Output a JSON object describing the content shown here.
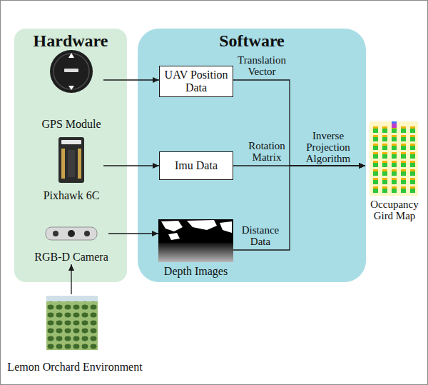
{
  "diagram": {
    "nodes": [
      {
        "text": [
          "Hardware"
        ]
      },
      {
        "text": [
          "GPS Module"
        ],
        "in": 0
      },
      {
        "text": [
          "Pixhawk 6C"
        ],
        "in": 0
      },
      {
        "text": [
          "RGB-D Camera"
        ],
        "in": 0
      },
      {
        "text": [
          "Software"
        ]
      },
      {
        "text": [
          "UAV Position Data"
        ],
        "in": 4
      },
      {
        "text": [
          "Imu Data"
        ],
        "in": 4
      },
      {
        "text": [
          "Depth Images"
        ],
        "in": 4
      },
      {
        "text": [
          "Occupancy Gird Map"
        ]
      },
      {
        "text": [
          "Lemon Orchard Environment"
        ]
      }
    ],
    "edges": [
      {
        "from": 1,
        "to": 5,
        "arrow": "to"
      },
      {
        "from": 2,
        "to": 6,
        "arrow": "to"
      },
      {
        "from": 3,
        "to": 7,
        "arrow": "to"
      },
      {
        "from": 9,
        "to": 3,
        "arrow": "to"
      },
      {
        "from": 5,
        "to": 8,
        "arrow": "to",
        "label": "Translation Vector"
      },
      {
        "from": 6,
        "to": 8,
        "arrow": "to",
        "label": "Rotation Matrix"
      },
      {
        "from": 7,
        "to": 8,
        "arrow": "to",
        "label": "Distance Data"
      }
    ],
    "labels": [
      "Inverse Projection Algorithm"
    ]
  }
}
